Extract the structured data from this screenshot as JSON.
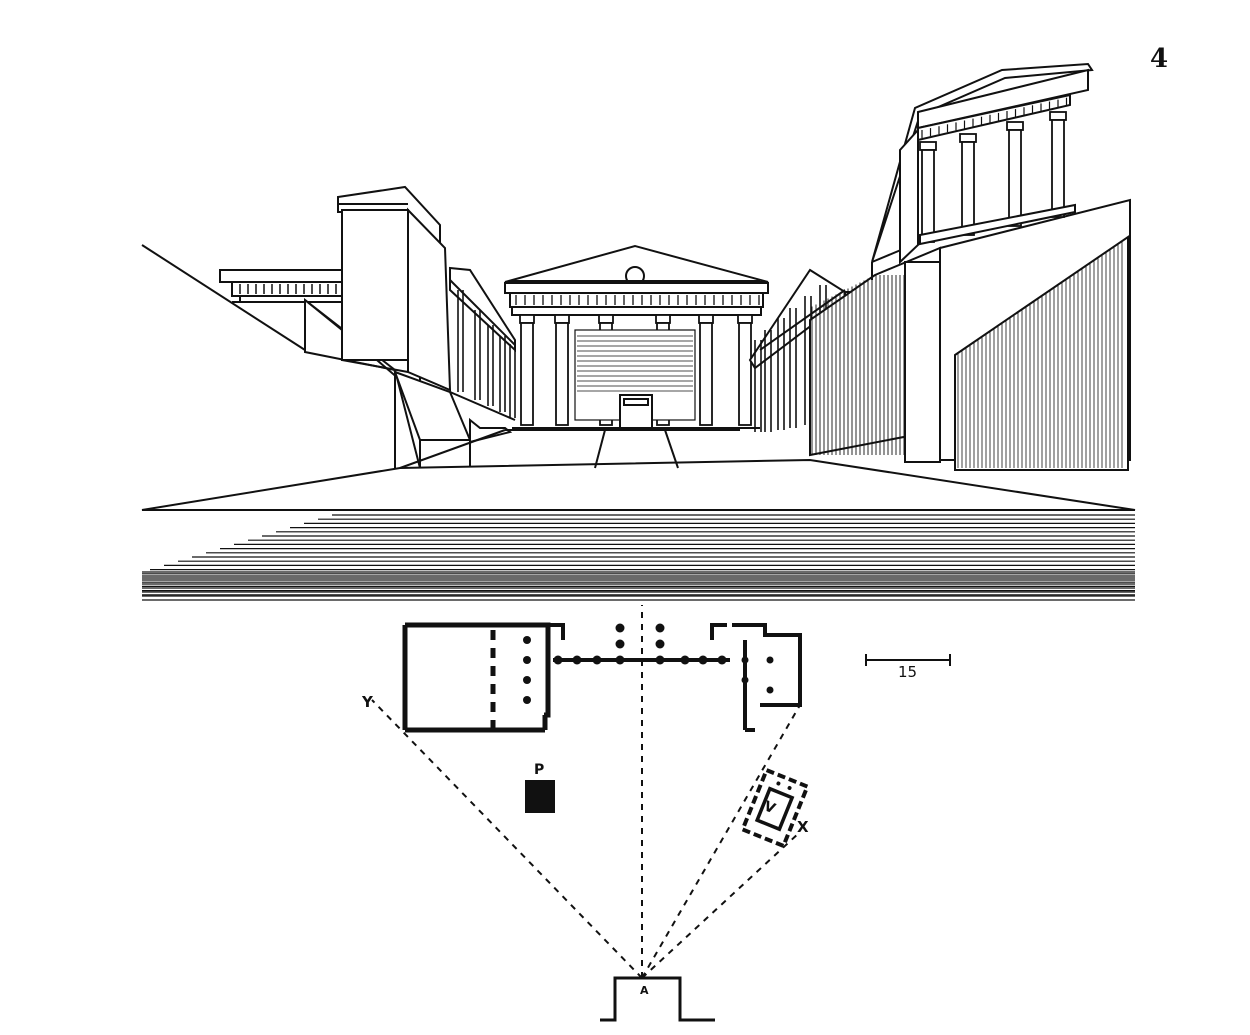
{
  "page_number": "4",
  "plan": {
    "labels": {
      "y": "Y",
      "x": "X",
      "p": "P",
      "v": "V",
      "a": "A"
    },
    "scale_label": "15"
  }
}
